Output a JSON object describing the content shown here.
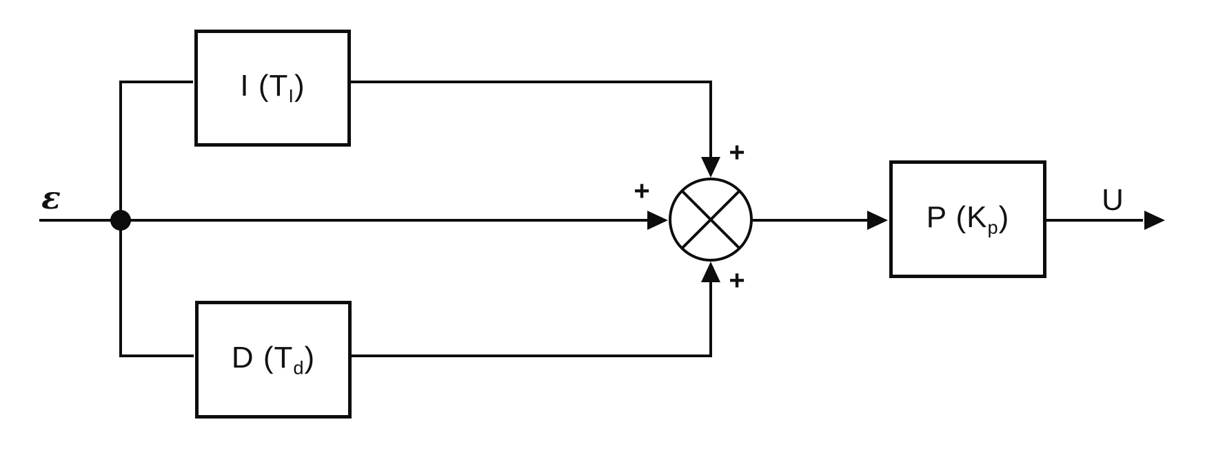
{
  "diagram": {
    "background_color": "#ffffff",
    "line_color": "#0d0d0d",
    "text_color": "#111111"
  },
  "signals": {
    "input": "ε",
    "output": "U"
  },
  "summing_junction": {
    "sign_top_input": "+",
    "sign_middle_input": "+",
    "sign_bottom_input": "+"
  },
  "blocks": {
    "integral": {
      "label_main": "I (T",
      "label_sub": "I",
      "label_close": ")"
    },
    "derivative": {
      "label_main": "D (T",
      "label_sub": "d",
      "label_close": ")"
    },
    "proportional": {
      "label_main": "P (K",
      "label_sub": "p",
      "label_close": ")"
    }
  }
}
